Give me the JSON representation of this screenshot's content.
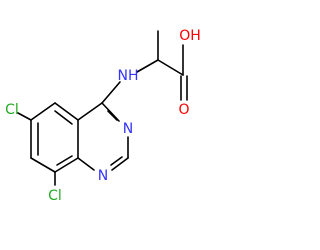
{
  "molecule": {
    "atoms": {
      "amine_nh": "NH",
      "hydroxyl_oh": "OH",
      "carbonyl_o": "O",
      "ring_n3": "N",
      "ring_n1": "N",
      "chloro_c6": "Cl",
      "chloro_c8": "Cl"
    }
  },
  "colors": {
    "bond": "#000000",
    "nitrogen": "#3333ff",
    "oxygen": "#ff0000",
    "chlorine": "#22aa22"
  }
}
